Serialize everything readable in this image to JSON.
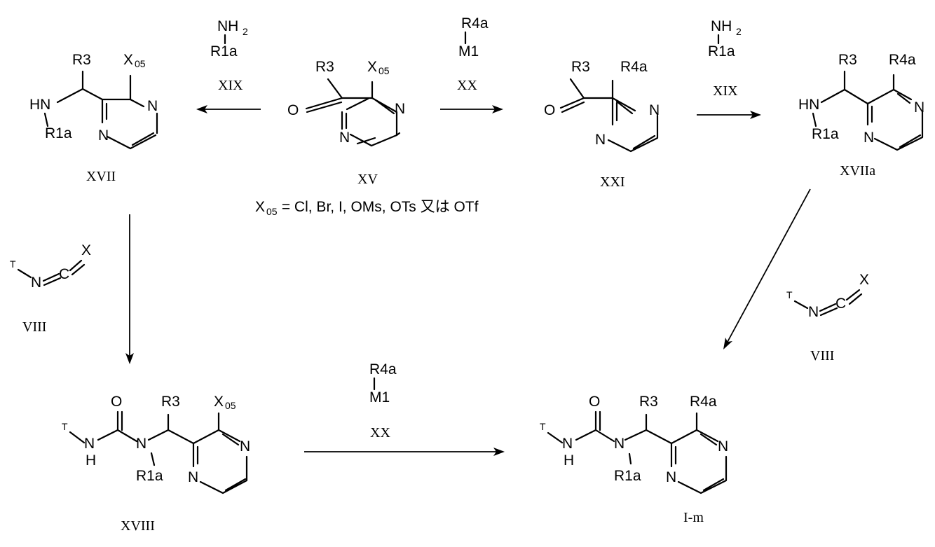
{
  "compounds": {
    "xv": "XV",
    "xvii": "XVII",
    "xxi": "XXI",
    "xviia": "XVIIa",
    "viii": "VIII",
    "xviii": "XVIII",
    "i_m": "I-m"
  },
  "reagents": {
    "xix": "XIX",
    "xx": "XX",
    "nh": "NH",
    "two": "2",
    "r1a": "R1a",
    "r4a": "R4a",
    "m1": "M1",
    "t": "T",
    "x": "X"
  },
  "atoms": {
    "r3": "R3",
    "r4a": "R4a",
    "r1a": "R1a",
    "x": "X",
    "x_sub": "05",
    "n": "N",
    "o": "O",
    "hn": "HN",
    "h": "H",
    "t": "T"
  },
  "footnote": {
    "x": "X",
    "sub": "05",
    "rest": " = Cl, Br, I, OMs, OTs 又は OTf"
  }
}
